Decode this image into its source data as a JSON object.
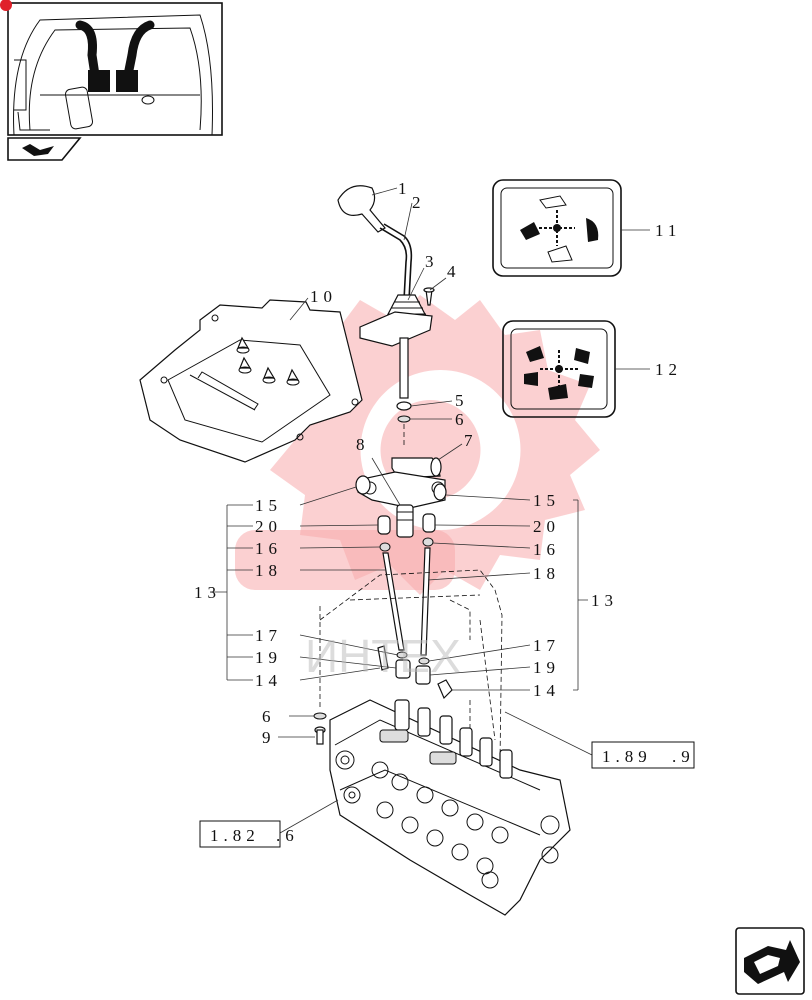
{
  "callouts": {
    "c1": "1",
    "c2": "2",
    "c3": "3",
    "c4": "4",
    "c5": "5",
    "c6": "6",
    "c7": "7",
    "c8": "8",
    "c10": "10",
    "c11": "11",
    "c12": "12",
    "c13_left": "13",
    "c13_right": "13",
    "c14_left": "14",
    "c14_right": "14",
    "c15_left": "15",
    "c15_right": "15",
    "c16_left": "16",
    "c16_right": "16",
    "c17_left": "17",
    "c17_right": "17",
    "c18_left": "18",
    "c18_right": "18",
    "c19_left": "19",
    "c19_right": "19",
    "c20_left": "20",
    "c20_right": "20",
    "c6_bottom": "6",
    "c9": "9"
  },
  "references": {
    "ref_1_89": "1.89",
    "ref_1_89_suffix": ".9",
    "ref_1_82": "1.82",
    "ref_1_82_suffix": ".6"
  },
  "watermark": {
    "text": "ИНТЕХ",
    "color": "#f15a5e"
  },
  "icons": {
    "thumbnail": "cab-joystick-thumbnail",
    "section": "section-book-icon",
    "nav": "next-page-arrow-icon",
    "decal_11": "loader-control-decal-icon",
    "decal_12": "backhoe-control-decal-icon"
  }
}
